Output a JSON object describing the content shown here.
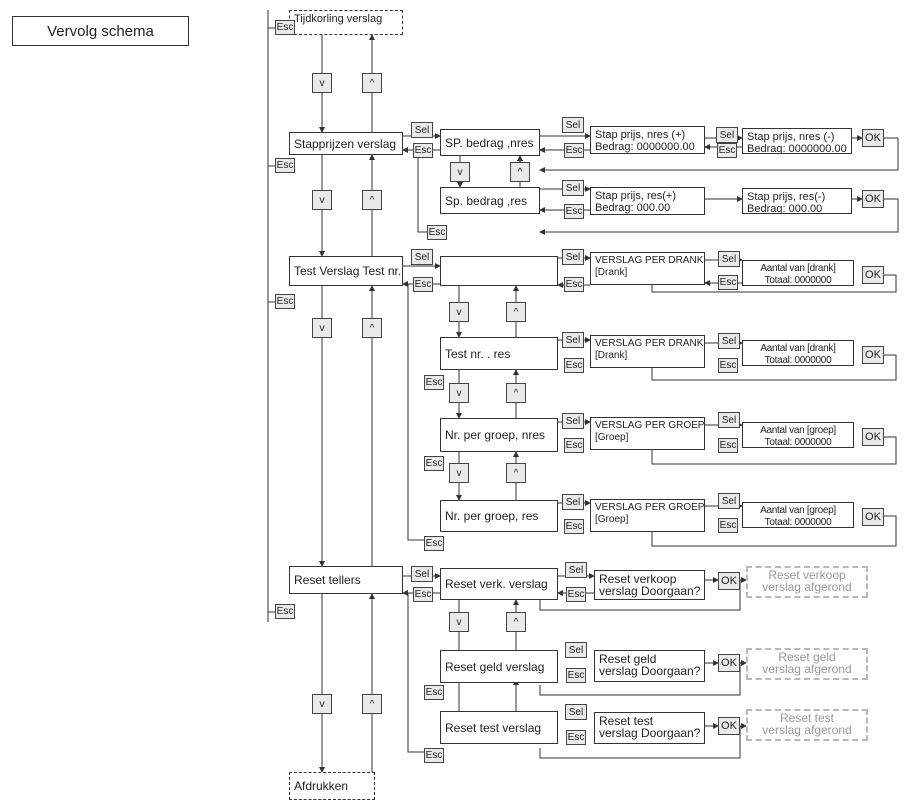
{
  "title": "Vervolg schema",
  "keys": {
    "esc": "Esc",
    "sel": "Sel",
    "ok": "OK",
    "down": "v",
    "up": "^"
  },
  "main": {
    "top": "Tijdkorling verslag",
    "stap": "Stapprijzen verslag",
    "test": "Test Verslag Test nr. , nres",
    "reset": "Reset tellers",
    "bottom": "Afdrukken"
  },
  "stap": {
    "nres": "SP. bedrag ,nres",
    "res": "Sp. bedrag ,res",
    "plus_nres": [
      "Stap prijs, nres (+)",
      "Bedrag: 0000000.00"
    ],
    "min_nres": [
      "Stap prijs, nres (-)",
      "Bedrag: 0000000.00"
    ],
    "plus_res": [
      "Stap prijs, res(+)",
      "Bedrag: 000.00"
    ],
    "min_res": [
      "Stap prijs, res(-)",
      "Bedrag: 000.00"
    ]
  },
  "test": {
    "blank": "",
    "res": "Test nr. . res",
    "groep_nres": "Nr. per groep, nres",
    "groep_res": "Nr. per groep, res",
    "rows": [
      {
        "a": "VERSLAG PER DRANK",
        "b": "[Drank]",
        "c": "Aantal van [drank]",
        "d": "Totaal: 0000000"
      },
      {
        "a": "VERSLAG PER DRANK",
        "b": "[Drank]",
        "c": "Aantal van [drank]",
        "d": "Totaal: 0000000"
      },
      {
        "a": "VERSLAG PER GROEP",
        "b": "[Groep]",
        "c": "Aantal van [groep]",
        "d": "Totaal: 0000000"
      },
      {
        "a": "VERSLAG PER GROEP",
        "b": "[Groep]",
        "c": "Aantal van [groep]",
        "d": "Totaal: 0000000"
      }
    ]
  },
  "reset": {
    "rows": [
      {
        "menu": "Reset verk. verslag",
        "q": [
          "Reset verkoop",
          "verslag Doorgaan?"
        ],
        "done": [
          "Reset verkoop",
          "verslag afgerond"
        ]
      },
      {
        "menu": "Reset geld verslag",
        "q": [
          "Reset geld",
          "verslag Doorgaan?"
        ],
        "done": [
          "Reset geld",
          "verslag afgerond"
        ]
      },
      {
        "menu": "Reset test verslag",
        "q": [
          "Reset test",
          "verslag Doorgaan?"
        ],
        "done": [
          "Reset test",
          "verslag afgerond"
        ]
      }
    ]
  }
}
